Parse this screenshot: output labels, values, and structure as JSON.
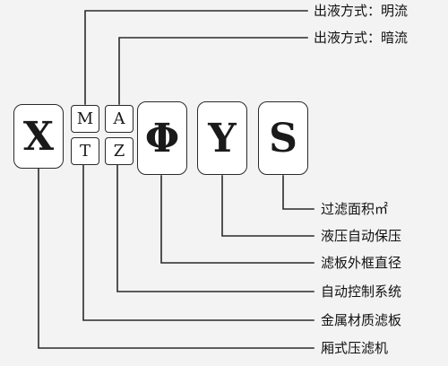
{
  "boxes": {
    "x": "X",
    "m": "M",
    "a": "A",
    "t": "T",
    "z": "Z",
    "phi": "Φ",
    "y": "Y",
    "s": "S"
  },
  "labels": {
    "discharge_open": "出液方式：明流",
    "discharge_hidden": "出液方式：暗流",
    "filter_area": "过滤面积㎡",
    "hydraulic_hold": "液压自动保压",
    "plate_size": "滤板外框直径",
    "auto_control": "自动控制系统",
    "metal_plate": "金属材质滤板",
    "chamber_press": "厢式压滤机"
  }
}
